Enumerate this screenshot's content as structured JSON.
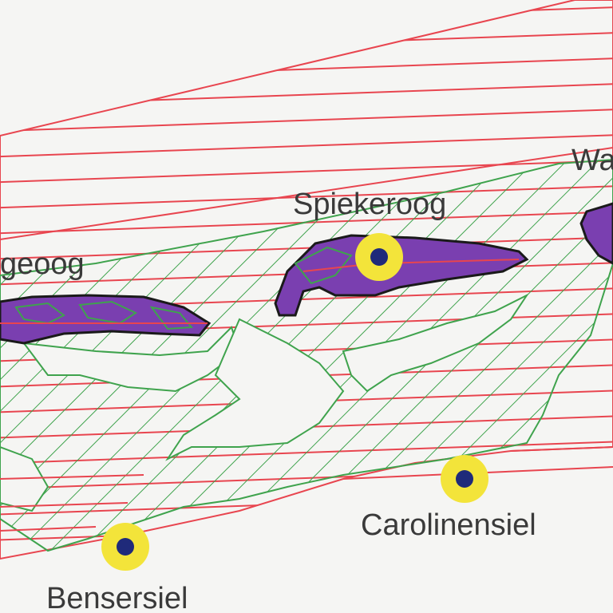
{
  "map": {
    "colors": {
      "background": "#f5f5f3",
      "red_hatch": "#e8454f",
      "green_hatch": "#3fa34d",
      "island_fill": "#7a3fb0",
      "harbor_ring": "#f3e43a",
      "harbor_center": "#1f2a7a"
    },
    "islands": [
      {
        "id": "langeoog",
        "label": "geoog"
      },
      {
        "id": "spiekeroog",
        "label": "Spiekeroog"
      },
      {
        "id": "wangerooge",
        "label": "Wa"
      }
    ],
    "harbors": [
      {
        "id": "spiekeroog-harbor",
        "label": ""
      },
      {
        "id": "carolinensiel",
        "label": "Carolinensiel"
      },
      {
        "id": "bensersiel",
        "label": "Bensersiel"
      }
    ],
    "icons": {
      "harbor_marker": "harbor-marker-icon"
    }
  }
}
